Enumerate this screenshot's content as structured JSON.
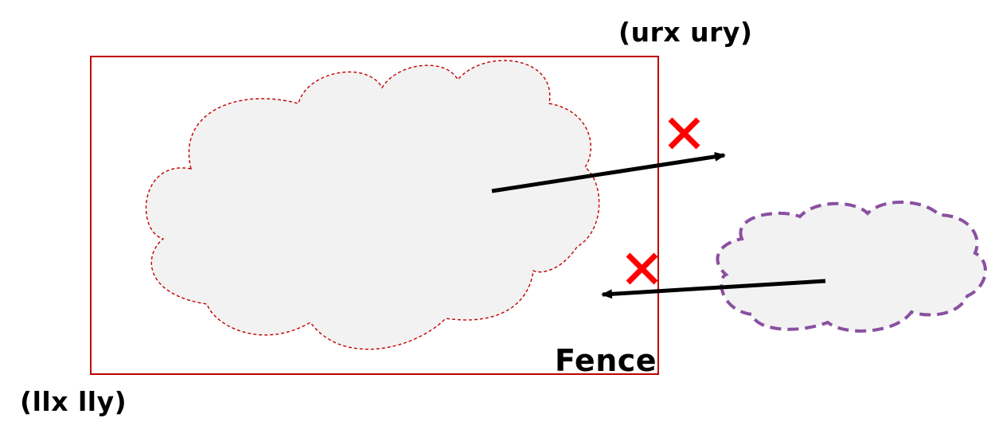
{
  "labels": {
    "upper_right_corner": "(urx ury)",
    "lower_left_corner": "(llx lly)",
    "fence": "Fence"
  },
  "colors": {
    "fence_border": "#c00000",
    "inner_cloud_outline": "#c00000",
    "outer_cloud_outline": "#8a50a0",
    "cloud_fill": "#f2f2f2",
    "arrow": "#000000",
    "blocked_mark": "#ff0000"
  },
  "icons": {
    "blocked_mark": "cross-icon"
  }
}
